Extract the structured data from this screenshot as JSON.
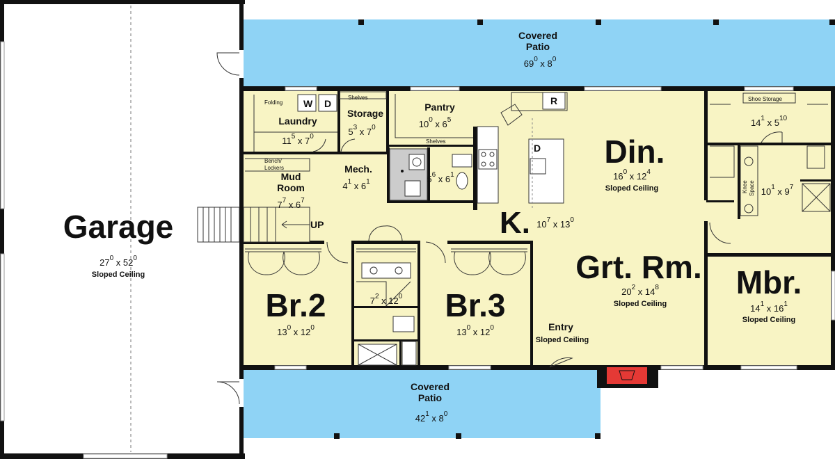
{
  "rooms": {
    "garage": {
      "name": "Garage",
      "dim_w": "27",
      "dim_w_sup": "0",
      "dim_h": "52",
      "dim_h_sup": "0",
      "note": "Sloped Ceiling"
    },
    "patio_top": {
      "name_line1": "Covered",
      "name_line2": "Patio",
      "dim_w": "69",
      "dim_w_sup": "0",
      "dim_h": "8",
      "dim_h_sup": "0"
    },
    "patio_bottom": {
      "name_line1": "Covered",
      "name_line2": "Patio",
      "dim_w": "42",
      "dim_w_sup": "1",
      "dim_h": "8",
      "dim_h_sup": "0"
    },
    "laundry": {
      "name": "Laundry",
      "dim_w": "11",
      "dim_w_sup": "5",
      "dim_h": "7",
      "dim_h_sup": "0"
    },
    "storage": {
      "name": "Storage",
      "dim_w": "5",
      "dim_w_sup": "3",
      "dim_h": "7",
      "dim_h_sup": "0"
    },
    "pantry": {
      "name": "Pantry",
      "dim_w": "10",
      "dim_w_sup": "0",
      "dim_h": "6",
      "dim_h_sup": "5"
    },
    "mud_room": {
      "name_line1": "Mud",
      "name_line2": "Room",
      "dim_w": "7",
      "dim_w_sup": "7",
      "dim_h": "6",
      "dim_h_sup": "7"
    },
    "mech": {
      "name": "Mech.",
      "dim_w": "4",
      "dim_w_sup": "1",
      "dim_h": "6",
      "dim_h_sup": "1"
    },
    "powder": {
      "dim_w": "5",
      "dim_w_sup": "6",
      "dim_h": "6",
      "dim_h_sup": "1"
    },
    "kitchen": {
      "name": "K.",
      "dim_w": "10",
      "dim_w_sup": "7",
      "dim_h": "13",
      "dim_h_sup": "0"
    },
    "dining": {
      "name": "Din.",
      "dim_w": "16",
      "dim_w_sup": "0",
      "dim_h": "12",
      "dim_h_sup": "4",
      "note": "Sloped Ceiling"
    },
    "great_room": {
      "name": "Grt. Rm.",
      "dim_w": "20",
      "dim_w_sup": "2",
      "dim_h": "14",
      "dim_h_sup": "8",
      "note": "Sloped Ceiling"
    },
    "br2": {
      "name": "Br.2",
      "dim_w": "13",
      "dim_w_sup": "0",
      "dim_h": "12",
      "dim_h_sup": "0"
    },
    "br3": {
      "name": "Br.3",
      "dim_w": "13",
      "dim_w_sup": "0",
      "dim_h": "12",
      "dim_h_sup": "0"
    },
    "bath2": {
      "dim_w": "7",
      "dim_w_sup": "2",
      "dim_h": "12",
      "dim_h_sup": "0"
    },
    "entry": {
      "name": "Entry",
      "note": "Sloped Ceiling"
    },
    "master": {
      "name": "Mbr.",
      "dim_w": "14",
      "dim_w_sup": "1",
      "dim_h": "16",
      "dim_h_sup": "1",
      "note": "Sloped Ceiling"
    },
    "master_closet": {
      "dim_w": "14",
      "dim_w_sup": "1",
      "dim_h": "5",
      "dim_h_sup": "10"
    },
    "master_bath": {
      "dim_w": "10",
      "dim_w_sup": "1",
      "dim_h": "9",
      "dim_h_sup": "7"
    }
  },
  "labels": {
    "folding": "Folding",
    "washer": "W",
    "dryer": "D",
    "shelves_storage": "Shelves",
    "shelves_pantry": "Shelves",
    "bench": "Bench/",
    "lockers": "Lockers",
    "up": "UP",
    "fridge": "R",
    "dishwasher": "D",
    "shoe_storage": "Shoe Storage",
    "knee_space_1": "Knee",
    "knee_space_2": "Space"
  },
  "colors": {
    "floor": "#f8f4c4",
    "patio": "#8fd3f5",
    "garage": "#ffffff",
    "mech": "#cccccc",
    "wall": "#111111",
    "fireplace": "#e53935"
  }
}
